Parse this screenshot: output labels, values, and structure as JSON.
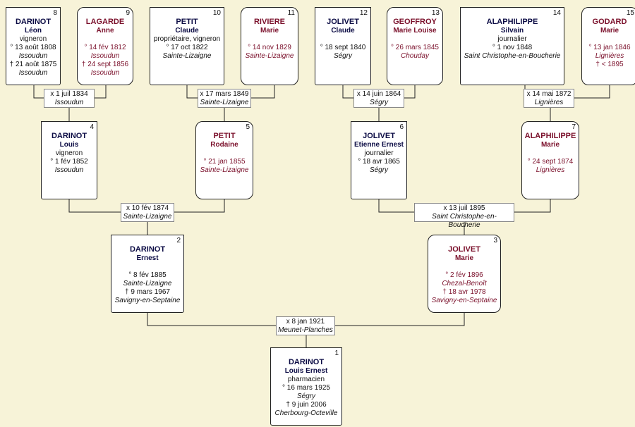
{
  "persons": {
    "p1": {
      "num": "1",
      "surname": "DARINOT",
      "given": "Louis Ernest",
      "lines": [
        {
          "t": "pharmacien",
          "i": false
        },
        {
          "t": "° 16 mars 1925",
          "i": false
        },
        {
          "t": "Ségry",
          "i": true
        },
        {
          "t": "† 9 juin 2006",
          "i": false
        },
        {
          "t": "Cherbourg-Octeville",
          "i": true
        }
      ]
    },
    "p2": {
      "num": "2",
      "surname": "DARINOT",
      "given": "Ernest",
      "gap": true,
      "lines": [
        {
          "t": "° 8 fév 1885",
          "i": false
        },
        {
          "t": "Sainte-Lizaigne",
          "i": true
        },
        {
          "t": "† 9 mars 1967",
          "i": false
        },
        {
          "t": "Savigny-en-Septaine",
          "i": true
        }
      ]
    },
    "p3": {
      "num": "3",
      "surname": "JOLIVET",
      "given": "Marie",
      "gap": true,
      "lines": [
        {
          "t": "° 2 fév 1896",
          "i": false
        },
        {
          "t": "Chezal-Benoît",
          "i": true
        },
        {
          "t": "† 18 avr 1978",
          "i": false
        },
        {
          "t": "Savigny-en-Septaine",
          "i": true
        }
      ]
    },
    "p4": {
      "num": "4",
      "surname": "DARINOT",
      "given": "Louis",
      "lines": [
        {
          "t": "vigneron",
          "i": false
        },
        {
          "t": "° 1 fév 1852",
          "i": false
        },
        {
          "t": "Issoudun",
          "i": true
        }
      ]
    },
    "p5": {
      "num": "5",
      "surname": "PETIT",
      "given": "Rodaine",
      "gap": true,
      "lines": [
        {
          "t": "° 21 jan 1855",
          "i": false
        },
        {
          "t": "Sainte-Lizaigne",
          "i": true
        }
      ]
    },
    "p6": {
      "num": "6",
      "surname": "JOLIVET",
      "given": "Etienne Ernest",
      "lines": [
        {
          "t": "journalier",
          "i": false
        },
        {
          "t": "° 18 avr 1865",
          "i": false
        },
        {
          "t": "Ségry",
          "i": true
        }
      ]
    },
    "p7": {
      "num": "7",
      "surname": "ALAPHILIPPE",
      "given": "Marie",
      "gap": true,
      "lines": [
        {
          "t": "° 24 sept 1874",
          "i": false
        },
        {
          "t": "Lignières",
          "i": true
        }
      ]
    },
    "p8": {
      "num": "8",
      "surname": "DARINOT",
      "given": "Léon",
      "lines": [
        {
          "t": "vigneron",
          "i": false
        },
        {
          "t": "° 13 août 1808",
          "i": false
        },
        {
          "t": "Issoudun",
          "i": true
        },
        {
          "t": "† 21 août 1875",
          "i": false
        },
        {
          "t": "Issoudun",
          "i": true
        }
      ]
    },
    "p9": {
      "num": "9",
      "surname": "LAGARDE",
      "given": "Anne",
      "gap": true,
      "lines": [
        {
          "t": "° 14 fév 1812",
          "i": false
        },
        {
          "t": "Issoudun",
          "i": true
        },
        {
          "t": "† 24 sept 1856",
          "i": false
        },
        {
          "t": "Issoudun",
          "i": true
        }
      ]
    },
    "p10": {
      "num": "10",
      "surname": "PETIT",
      "given": "Claude",
      "lines": [
        {
          "t": "propriétaire, vigneron",
          "i": false
        },
        {
          "t": "° 17 oct 1822",
          "i": false
        },
        {
          "t": "Sainte-Lizaigne",
          "i": true
        }
      ]
    },
    "p11": {
      "num": "11",
      "surname": "RIVIERE",
      "given": "Marie",
      "gap": true,
      "lines": [
        {
          "t": "° 14 nov 1829",
          "i": false
        },
        {
          "t": "Sainte-Lizaigne",
          "i": true
        }
      ]
    },
    "p12": {
      "num": "12",
      "surname": "JOLIVET",
      "given": "Claude",
      "gap": true,
      "lines": [
        {
          "t": "° 18 sept 1840",
          "i": false
        },
        {
          "t": "Ségry",
          "i": true
        }
      ]
    },
    "p13": {
      "num": "13",
      "surname": "GEOFFROY",
      "given": "Marie Louise",
      "gap": true,
      "lines": [
        {
          "t": "° 26 mars 1845",
          "i": false
        },
        {
          "t": "Chouday",
          "i": true
        }
      ]
    },
    "p14": {
      "num": "14",
      "surname": "ALAPHILIPPE",
      "given": "Silvain",
      "lines": [
        {
          "t": "journalier",
          "i": false
        },
        {
          "t": "° 1 nov 1848",
          "i": false
        },
        {
          "t": "Saint Christophe-en-Boucherie",
          "i": true
        }
      ]
    },
    "p15": {
      "num": "15",
      "surname": "GODARD",
      "given": "Marie",
      "gap": true,
      "lines": [
        {
          "t": "° 13 jan 1846",
          "i": false
        },
        {
          "t": "Lignières",
          "i": true
        },
        {
          "t": "† < 1895",
          "i": false
        }
      ]
    }
  },
  "marriages": {
    "m8_9": {
      "date": "x 1 juil 1834",
      "place": "Issoudun"
    },
    "m10_11": {
      "date": "x 17 mars 1849",
      "place": "Sainte-Lizaigne"
    },
    "m12_13": {
      "date": "x 14 juin 1864",
      "place": "Ségry"
    },
    "m14_15": {
      "date": "x 14 mai 1872",
      "place": "Lignières"
    },
    "m4_5": {
      "date": "x 10 fév 1874",
      "place": "Sainte-Lizaigne"
    },
    "m6_7": {
      "date": "x 13 juil 1895",
      "place": "Saint Christophe-en-Boucherie"
    },
    "m2_3": {
      "date": "x 8 jan 1921",
      "place": "Meunet-Planches"
    }
  }
}
